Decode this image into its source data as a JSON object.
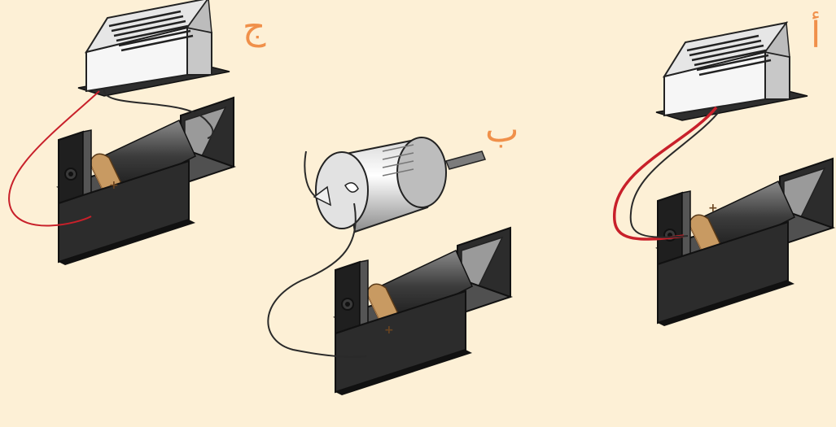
{
  "labels": {
    "c": "ج",
    "b": "ب",
    "a": "أ"
  },
  "battery_sign": "+",
  "colors": {
    "background": "#fdf0d6",
    "label": "#f0904a",
    "holder": "#3a3a3a",
    "battery_cap": "#c89a62",
    "red_wire": "#c8202a",
    "black_wire": "#2a2a2a",
    "buzzer": "#ececec"
  }
}
